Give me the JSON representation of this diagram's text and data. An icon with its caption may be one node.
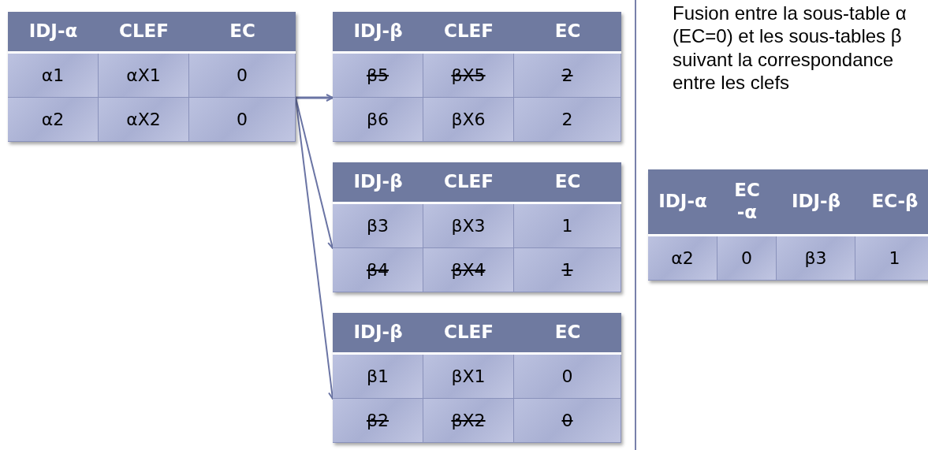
{
  "diagram": {
    "nodes": [
      {
        "text": [
          "IDJ-α",
          "CLEF",
          "EC",
          "α1",
          "αX1",
          "0",
          "α2",
          "αX2",
          "0"
        ]
      },
      {
        "text": [
          "IDJ-β",
          "CLEF",
          "EC",
          "β5",
          "βX5",
          "2",
          "β6",
          "βX6",
          "2"
        ]
      },
      {
        "text": [
          "IDJ-β",
          "CLEF",
          "EC",
          "β3",
          "βX3",
          "1",
          "β4",
          "βX4",
          "1"
        ]
      },
      {
        "text": [
          "IDJ-β",
          "CLEF",
          "EC",
          "β1",
          "βX1",
          "0",
          "β2",
          "βX2",
          "0"
        ]
      },
      {
        "text": [
          "IDJ-α",
          "EC -α",
          "IDJ-β",
          "EC-β",
          "α2",
          "0",
          "β3",
          "1"
        ]
      }
    ],
    "edges": [
      {
        "from": 0,
        "to": 1,
        "arrow": "to"
      },
      {
        "from": 0,
        "to": 2,
        "arrow": "to"
      },
      {
        "from": 0,
        "to": 3,
        "arrow": "to"
      }
    ],
    "labels": [
      "Fusion entre la sous-table α (EC=0) et les sous-tables β suivant la correspondance entre les clefs"
    ]
  }
}
